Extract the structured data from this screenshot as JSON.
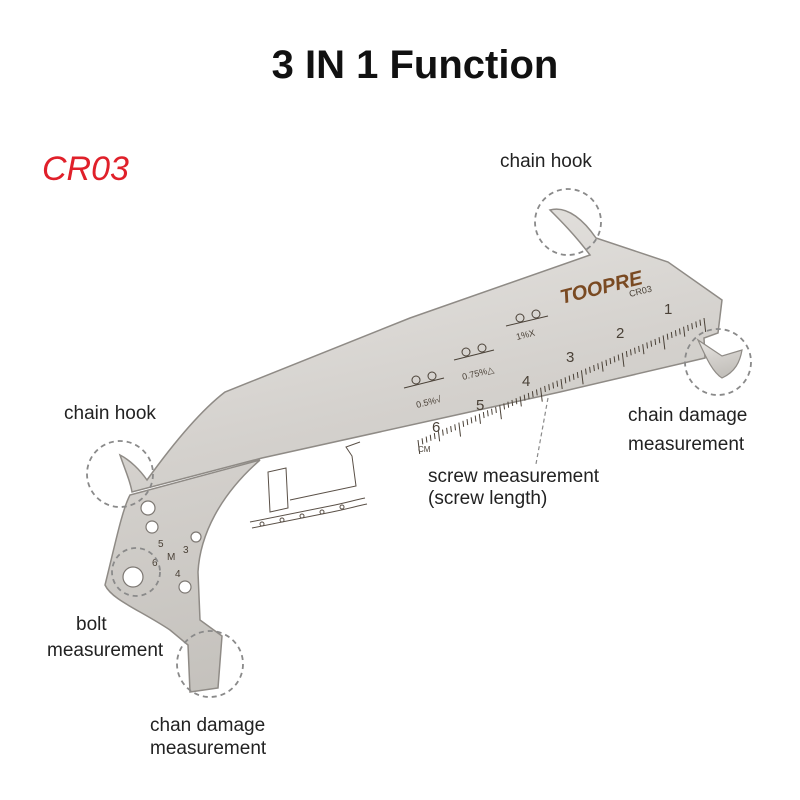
{
  "title": "3 IN 1 Function",
  "model": "CR03",
  "colors": {
    "model": "#e0202a",
    "steel": "#d6d3cf",
    "engrave": "#4a4137",
    "brand": "#7a4a22"
  },
  "tool": {
    "brand": "TOOPRE",
    "model_mark": "CR03",
    "unit": "CM",
    "scale_numbers": [
      "1",
      "2",
      "3",
      "4",
      "5",
      "6"
    ],
    "wear_marks": [
      "0.5%√",
      "0.75%△",
      "1%X"
    ],
    "bolt_sizes": [
      "5",
      "6",
      "M",
      "3",
      "4"
    ]
  },
  "callouts": {
    "chain_hook_top": "chain hook",
    "chain_damage_right": [
      "chain damage",
      "measurement"
    ],
    "screw": [
      "screw measurement",
      "(screw length)"
    ],
    "chain_hook_left": "chain hook",
    "bolt": [
      "bolt",
      "measurement"
    ],
    "chain_damage_bottom": [
      "chan damage",
      "measurement"
    ]
  }
}
